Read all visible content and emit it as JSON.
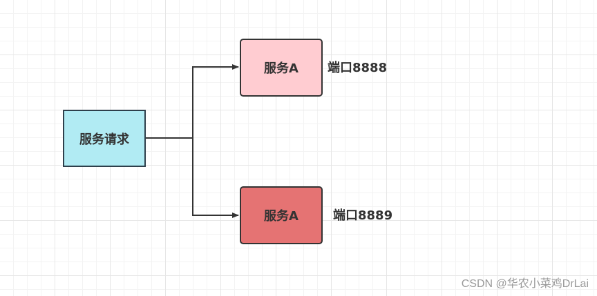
{
  "diagram": {
    "nodes": {
      "request": {
        "label": "服务请求",
        "fill": "#b1ebf3"
      },
      "service_1": {
        "label": "服务A",
        "fill": "#ffccd1"
      },
      "service_2": {
        "label": "服务A",
        "fill": "#e57373"
      }
    },
    "ports": {
      "port_1": "端口8888",
      "port_2": "端口8889"
    },
    "edges": [
      {
        "from": "request",
        "to": "service_1"
      },
      {
        "from": "request",
        "to": "service_2"
      }
    ],
    "stroke_color": "#333333"
  },
  "watermark": "CSDN @华农小菜鸡DrLai"
}
